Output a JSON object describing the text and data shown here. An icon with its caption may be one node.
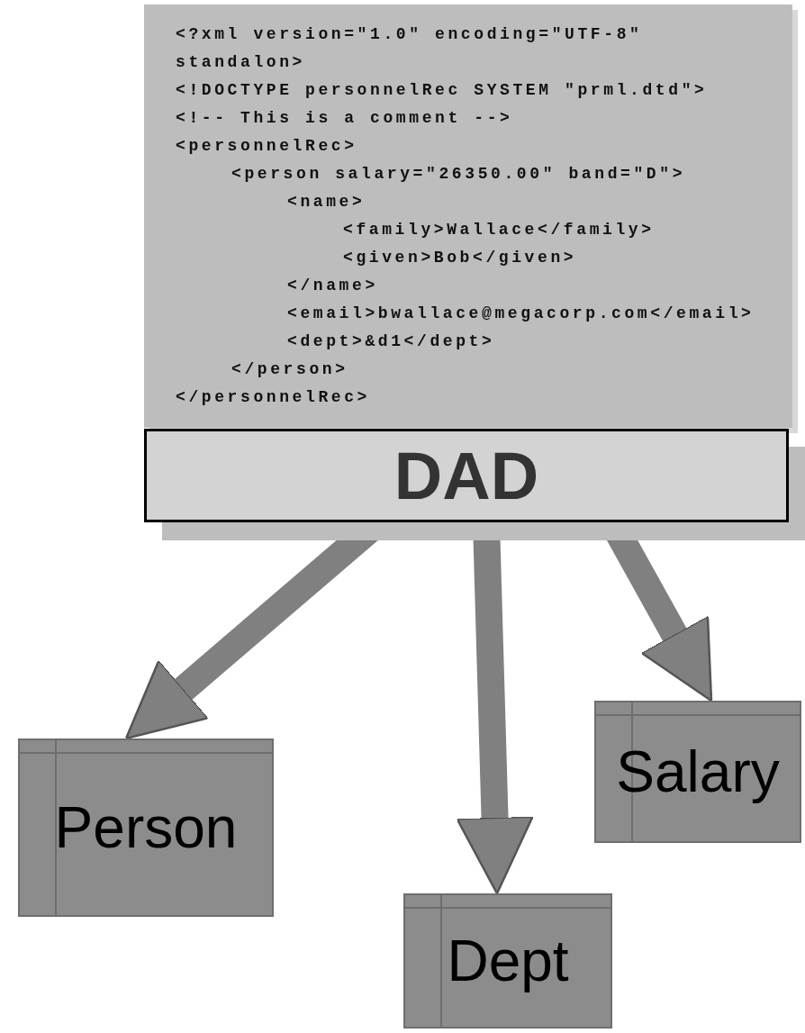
{
  "diagram": {
    "nodes": [
      {
        "text": [
          "<?xml version=\"1.0\" encoding=\"UTF-8\" standalon>",
          "<!DOCTYPE personnelRec SYSTEM \"prml.dtd\">",
          "<!-- This is a comment -->",
          "<personnelRec>",
          "<person salary=\"26350.00\" band=\"D\">",
          "<name>",
          "<family>Wallace</family>",
          "<given>Bob</given>",
          "</name>",
          "<email>bwallace@megacorp.com</email>",
          "<dept>&d1</dept>",
          "</person>",
          "</personnelRec>"
        ]
      },
      {
        "text": [
          "DAD"
        ]
      },
      {
        "text": [
          "Person"
        ]
      },
      {
        "text": [
          "Dept"
        ]
      },
      {
        "text": [
          "Salary"
        ]
      }
    ],
    "edges": [
      {
        "from": 1,
        "to": 2,
        "arrow": "to"
      },
      {
        "from": 1,
        "to": 3,
        "arrow": "to"
      },
      {
        "from": 1,
        "to": 4,
        "arrow": "to"
      }
    ]
  }
}
